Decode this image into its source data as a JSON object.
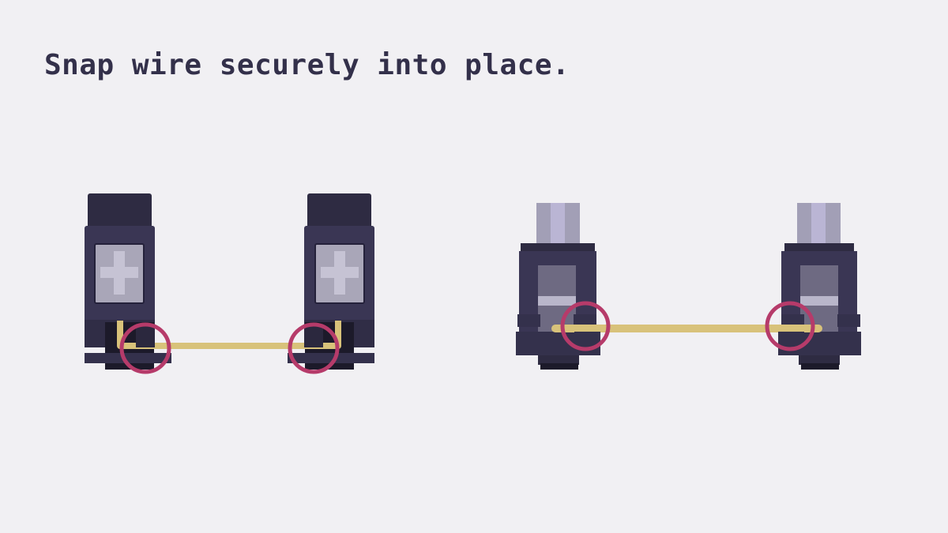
{
  "instruction": {
    "text": "Snap wire securely into place."
  },
  "colors": {
    "background": "#f1f0f3",
    "text": "#33304a",
    "housing_dark": "#2e2b42",
    "housing_body": "#3a3654",
    "housing_base": "#34314c",
    "insert_light": "#a9a6b8",
    "cross": "#c6c3d4",
    "stem_light": "#bab5d4",
    "wire": "#d8c27a",
    "highlight_circle": "#b63b6a"
  },
  "illustrations": [
    {
      "name": "stabilizer-front-view",
      "highlights": 2
    },
    {
      "name": "stabilizer-side-view",
      "highlights": 2
    }
  ]
}
